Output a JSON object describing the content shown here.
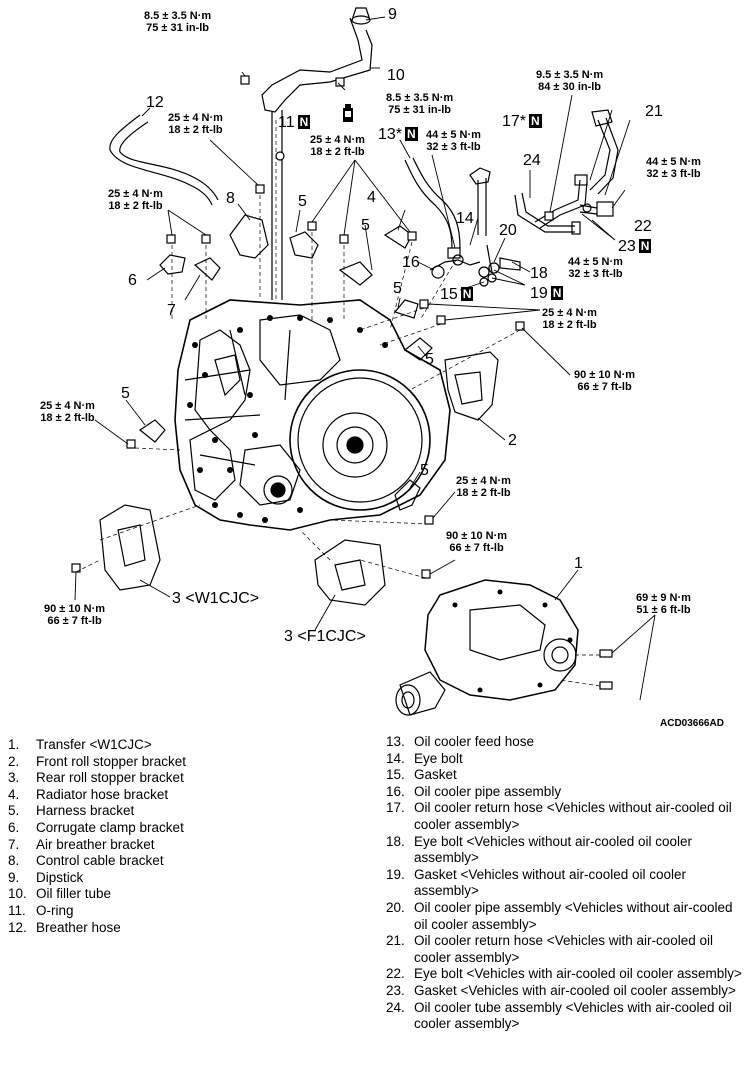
{
  "diagram": {
    "callouts": [
      "1",
      "2",
      "3 <W1CJC>",
      "3 <F1CJC>",
      "4",
      "5",
      "5",
      "5",
      "5",
      "5",
      "5",
      "6",
      "7",
      "8",
      "9",
      "10",
      "11",
      "12",
      "13*",
      "14",
      "15",
      "16",
      "17*",
      "18",
      "19",
      "20",
      "21",
      "22",
      "23",
      "24"
    ],
    "new_part_mark": "N",
    "torques": {
      "t_9_top": [
        "8.5 ± 3.5 N·m",
        "75 ± 31 in-lb"
      ],
      "t_10": [
        "8.5 ± 3.5 N·m",
        "75 ± 31 in-lb"
      ],
      "t_8": [
        "25 ± 4 N·m",
        "18 ± 2 ft-lb"
      ],
      "t_11": [
        "25 ± 4 N·m",
        "18 ± 2 ft-lb"
      ],
      "t_13": [
        "44 ± 5 N·m",
        "32 ± 3 ft-lb"
      ],
      "t_21top": [
        "9.5 ± 3.5 N·m",
        "84 ± 30 in-lb"
      ],
      "t_22": [
        "44 ± 5 N·m",
        "32 ± 3 ft-lb"
      ],
      "t_left_upper": [
        "25 ± 4 N·m",
        "18 ± 2 ft-lb"
      ],
      "t_18": [
        "44 ± 5 N·m",
        "32 ± 3 ft-lb"
      ],
      "t_5_right": [
        "25 ± 4 N·m",
        "18 ± 2 ft-lb"
      ],
      "t_2": [
        "90 ± 10 N·m",
        "66 ± 7 ft-lb"
      ],
      "t_5_left": [
        "25 ± 4 N·m",
        "18 ± 2 ft-lb"
      ],
      "t_5_lower": [
        "25 ± 4 N·m",
        "18 ± 2 ft-lb"
      ],
      "t_3_right": [
        "90 ± 10 N·m",
        "66 ± 7 ft-lb"
      ],
      "t_3_left": [
        "90 ± 10 N·m",
        "66 ± 7 ft-lb"
      ],
      "t_1": [
        "69 ± 9 N·m",
        "51 ± 6 ft-lb"
      ]
    },
    "figure_code": "ACD03666AD"
  },
  "legend": {
    "left": [
      {
        "n": "1.",
        "t": "Transfer <W1CJC>"
      },
      {
        "n": "2.",
        "t": "Front roll stopper bracket"
      },
      {
        "n": "3.",
        "t": "Rear roll stopper bracket"
      },
      {
        "n": "4.",
        "t": "Radiator hose bracket"
      },
      {
        "n": "5.",
        "t": "Harness bracket"
      },
      {
        "n": "6.",
        "t": "Corrugate clamp bracket"
      },
      {
        "n": "7.",
        "t": "Air breather bracket"
      },
      {
        "n": "8.",
        "t": "Control cable bracket"
      },
      {
        "n": "9.",
        "t": "Dipstick"
      },
      {
        "n": "10.",
        "t": "Oil filler tube"
      },
      {
        "n": "11.",
        "t": "O-ring"
      },
      {
        "n": "12.",
        "t": "Breather hose"
      }
    ],
    "right": [
      {
        "n": "13.",
        "t": "Oil cooler feed hose"
      },
      {
        "n": "14.",
        "t": "Eye bolt"
      },
      {
        "n": "15.",
        "t": "Gasket"
      },
      {
        "n": "16.",
        "t": "Oil cooler pipe assembly"
      },
      {
        "n": "17.",
        "t": "Oil cooler return hose <Vehicles without air-cooled oil cooler assembly>"
      },
      {
        "n": "18.",
        "t": "Eye bolt <Vehicles without air-cooled oil cooler assembly>"
      },
      {
        "n": "19.",
        "t": "Gasket <Vehicles without air-cooled oil cooler assembly>"
      },
      {
        "n": "20.",
        "t": "Oil cooler pipe assembly <Vehicles without air-cooled oil cooler assembly>"
      },
      {
        "n": "21.",
        "t": "Oil cooler return hose <Vehicles with air-cooled oil cooler assembly>"
      },
      {
        "n": "22.",
        "t": "Eye bolt <Vehicles with air-cooled oil cooler assembly>"
      },
      {
        "n": "23.",
        "t": "Gasket <Vehicles with air-cooled oil cooler assembly>"
      },
      {
        "n": "24.",
        "t": "Oil cooler tube assembly <Vehicles with air-cooled oil cooler assembly>"
      }
    ]
  }
}
